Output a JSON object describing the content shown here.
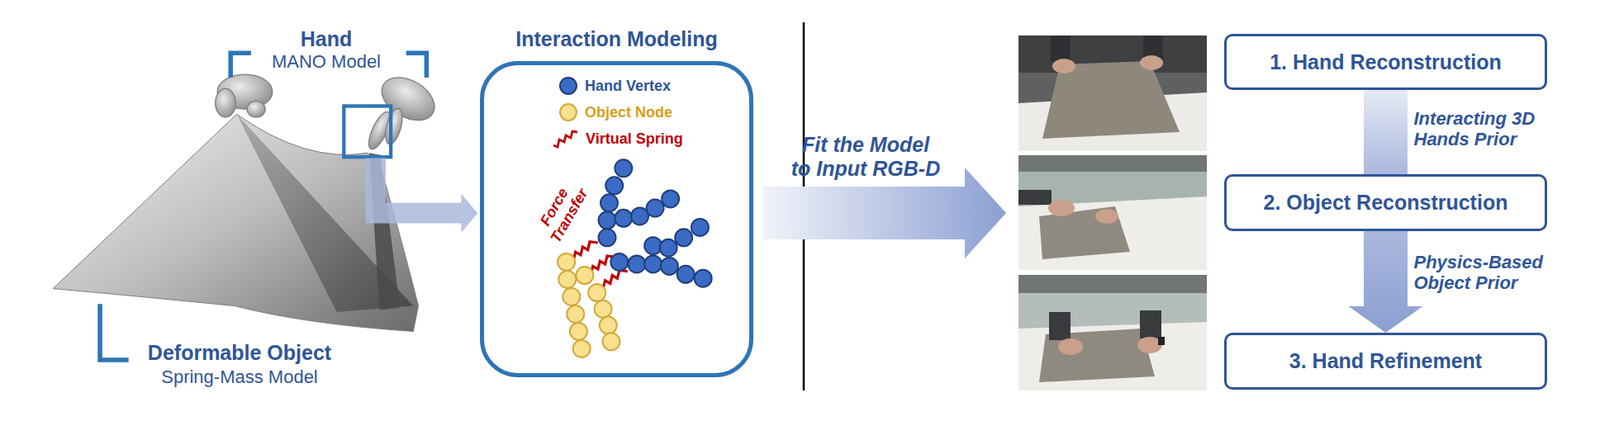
{
  "diagram": {
    "nodes": [
      {
        "text": [
          "Interaction Modeling"
        ]
      },
      {
        "text": [
          "1. Hand Reconstruction"
        ]
      },
      {
        "text": [
          "2. Object Reconstruction"
        ]
      },
      {
        "text": [
          "3. Hand Refinement"
        ]
      }
    ],
    "edges": [
      {
        "from": 1,
        "to": 2,
        "arrow": "none",
        "label": "Interacting 3D Hands Prior"
      },
      {
        "from": 2,
        "to": 3,
        "arrow": "to",
        "label": "Physics-Based Object Prior"
      }
    ],
    "labels": [
      "Hand",
      "MANO Model",
      "Deformable Object",
      "Spring-Mass Model",
      "Force Transfer",
      "Fit the Model to Input RGB-D"
    ],
    "legend": [
      {
        "text": "Hand Vertex",
        "color": "#3b6bc4"
      },
      {
        "text": "Object Node",
        "color": "#f8e08e"
      },
      {
        "text": "Virtual Spring"
      }
    ]
  }
}
